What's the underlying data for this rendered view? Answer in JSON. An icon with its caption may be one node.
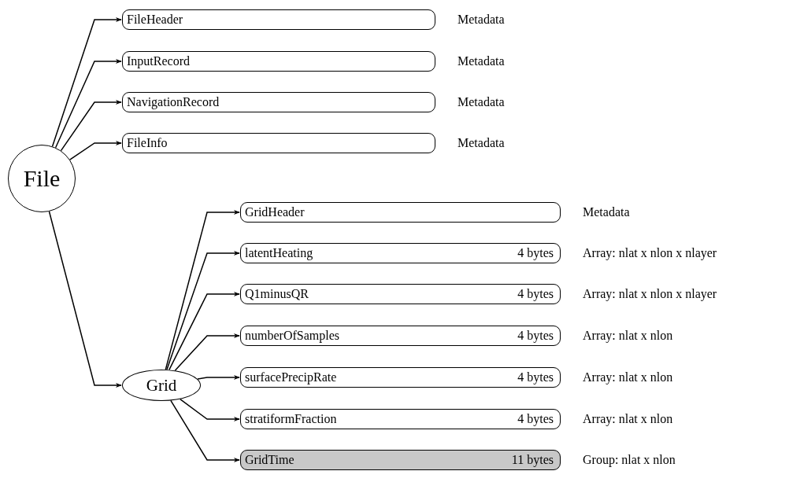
{
  "diagram": {
    "nodes": [
      {
        "text": [
          "File"
        ]
      },
      {
        "text": [
          "FileHeader"
        ],
        "beside": [
          "Metadata"
        ]
      },
      {
        "text": [
          "InputRecord"
        ],
        "beside": [
          "Metadata"
        ]
      },
      {
        "text": [
          "NavigationRecord"
        ],
        "beside": [
          "Metadata"
        ]
      },
      {
        "text": [
          "FileInfo"
        ],
        "beside": [
          "Metadata"
        ]
      },
      {
        "text": [
          "Grid"
        ]
      },
      {
        "text": [
          "GridHeader"
        ],
        "beside": [
          "Metadata"
        ]
      },
      {
        "text": [
          "latentHeating",
          "4 bytes"
        ],
        "beside": [
          "Array: nlat x nlon x nlayer"
        ]
      },
      {
        "text": [
          "Q1minusQR",
          "4 bytes"
        ],
        "beside": [
          "Array: nlat x nlon x nlayer"
        ]
      },
      {
        "text": [
          "numberOfSamples",
          "4 bytes"
        ],
        "beside": [
          "Array: nlat x nlon"
        ]
      },
      {
        "text": [
          "surfacePrecipRate",
          "4 bytes"
        ],
        "beside": [
          "Array: nlat x nlon"
        ]
      },
      {
        "text": [
          "stratiformFraction",
          "4 bytes"
        ],
        "beside": [
          "Array: nlat x nlon"
        ]
      },
      {
        "text": [
          "GridTime",
          "11 bytes"
        ],
        "beside": [
          "Group: nlat x nlon"
        ]
      }
    ],
    "edges": [
      {
        "from": 0,
        "to": 1,
        "arrow": "to"
      },
      {
        "from": 0,
        "to": 2,
        "arrow": "to"
      },
      {
        "from": 0,
        "to": 3,
        "arrow": "to"
      },
      {
        "from": 0,
        "to": 4,
        "arrow": "to"
      },
      {
        "from": 0,
        "to": 5,
        "arrow": "to"
      },
      {
        "from": 5,
        "to": 6,
        "arrow": "to"
      },
      {
        "from": 5,
        "to": 7,
        "arrow": "to"
      },
      {
        "from": 5,
        "to": 8,
        "arrow": "to"
      },
      {
        "from": 5,
        "to": 9,
        "arrow": "to"
      },
      {
        "from": 5,
        "to": 10,
        "arrow": "to"
      },
      {
        "from": 5,
        "to": 11,
        "arrow": "to"
      },
      {
        "from": 5,
        "to": 12,
        "arrow": "to"
      }
    ]
  }
}
